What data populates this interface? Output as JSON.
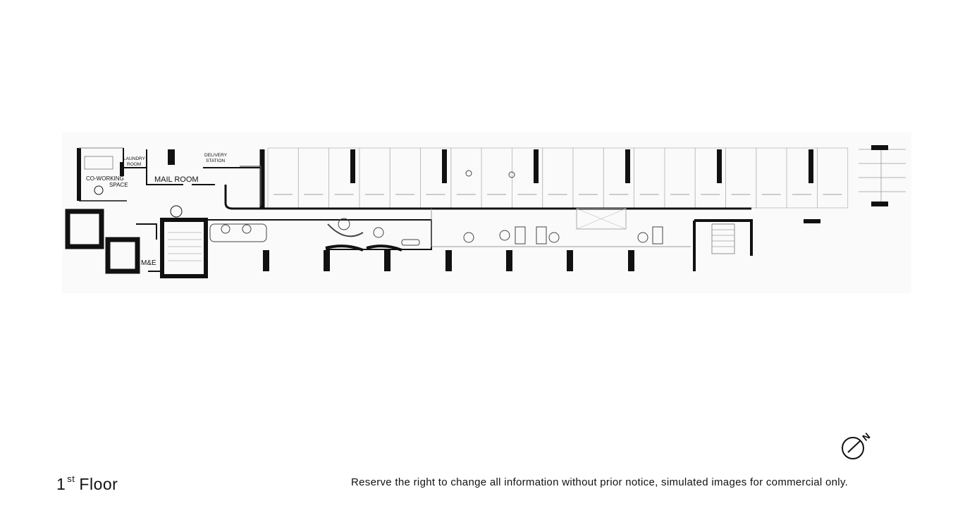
{
  "plan": {
    "rooms": {
      "coworking_line1": "CO-WORKING",
      "coworking_line2": "SPACE",
      "laundry_line1": "LAUNDRY",
      "laundry_line2": "ROOM",
      "mail_room": "MAIL ROOM",
      "delivery_line1": "DELIVERY",
      "delivery_line2": "STATION",
      "mande": "M&E"
    }
  },
  "footer": {
    "floor_number": "1",
    "floor_suffix": "st",
    "floor_word": "Floor",
    "disclaimer": "Reserve the right to change all information without prior notice, simulated images for commercial only."
  },
  "compass": {
    "label": "N"
  }
}
